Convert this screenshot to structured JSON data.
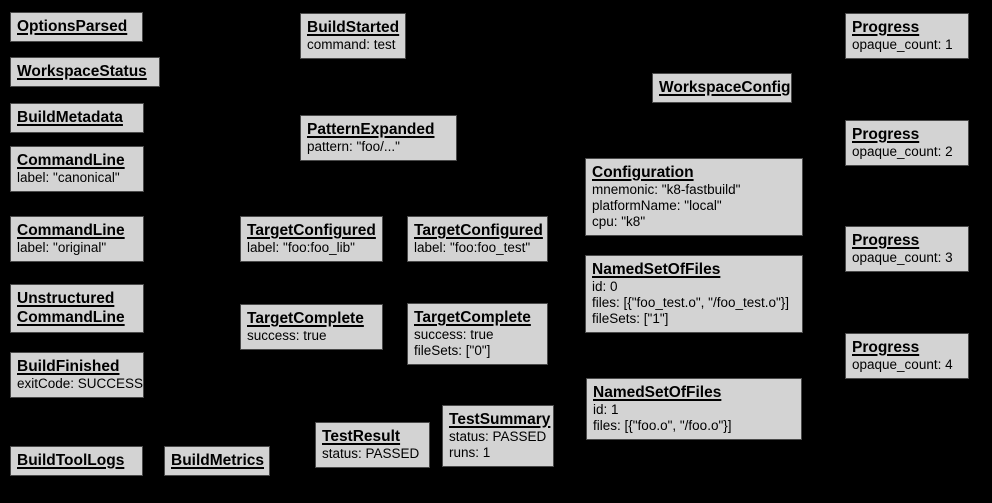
{
  "diagram": {
    "background_color": "#000000",
    "node_fill_color": "#d3d3d3",
    "node_border_color": "#4a4a4a",
    "node_text_color": "#000000"
  },
  "nodes": [
    {
      "title": "OptionsParsed",
      "lines": []
    },
    {
      "title": "WorkspaceStatus",
      "lines": []
    },
    {
      "title": "BuildMetadata",
      "lines": []
    },
    {
      "title": "CommandLine",
      "lines": [
        "label: \"canonical\""
      ]
    },
    {
      "title": "CommandLine",
      "lines": [
        "label: \"original\""
      ]
    },
    {
      "title": "Unstructured\nCommandLine",
      "lines": []
    },
    {
      "title": "BuildFinished",
      "lines": [
        "exitCode: SUCCESS"
      ]
    },
    {
      "title": "BuildToolLogs",
      "lines": []
    },
    {
      "title": "BuildStarted",
      "lines": [
        "command: test"
      ]
    },
    {
      "title": "PatternExpanded",
      "lines": [
        "pattern: \"foo/...\""
      ]
    },
    {
      "title": "TargetConfigured",
      "lines": [
        "label: \"foo:foo_lib\""
      ]
    },
    {
      "title": "TargetComplete",
      "lines": [
        "success: true"
      ]
    },
    {
      "title": "TestResult",
      "lines": [
        "status: PASSED"
      ]
    },
    {
      "title": "BuildMetrics",
      "lines": []
    },
    {
      "title": "TargetConfigured",
      "lines": [
        "label: \"foo:foo_test\""
      ]
    },
    {
      "title": "TargetComplete",
      "lines": [
        "success: true",
        "fileSets: [\"0\"]"
      ]
    },
    {
      "title": "TestSummary",
      "lines": [
        "status: PASSED",
        "runs: 1"
      ]
    },
    {
      "title": "WorkspaceConfig",
      "lines": []
    },
    {
      "title": "Configuration",
      "lines": [
        "mnemonic: \"k8-fastbuild\"",
        "platformName: \"local\"",
        "cpu: \"k8\""
      ]
    },
    {
      "title": "NamedSetOfFiles",
      "lines": [
        "id: 0",
        "files: [{\"foo_test.o\", \"/foo_test.o\"}]",
        "fileSets: [\"1\"]"
      ]
    },
    {
      "title": "NamedSetOfFiles",
      "lines": [
        "id: 1",
        "files: [{\"foo.o\", \"/foo.o\"}]"
      ]
    },
    {
      "title": "Progress",
      "lines": [
        "opaque_count: 1"
      ]
    },
    {
      "title": "Progress",
      "lines": [
        "opaque_count: 2"
      ]
    },
    {
      "title": "Progress",
      "lines": [
        "opaque_count: 3"
      ]
    },
    {
      "title": "Progress",
      "lines": [
        "opaque_count: 4"
      ]
    }
  ]
}
